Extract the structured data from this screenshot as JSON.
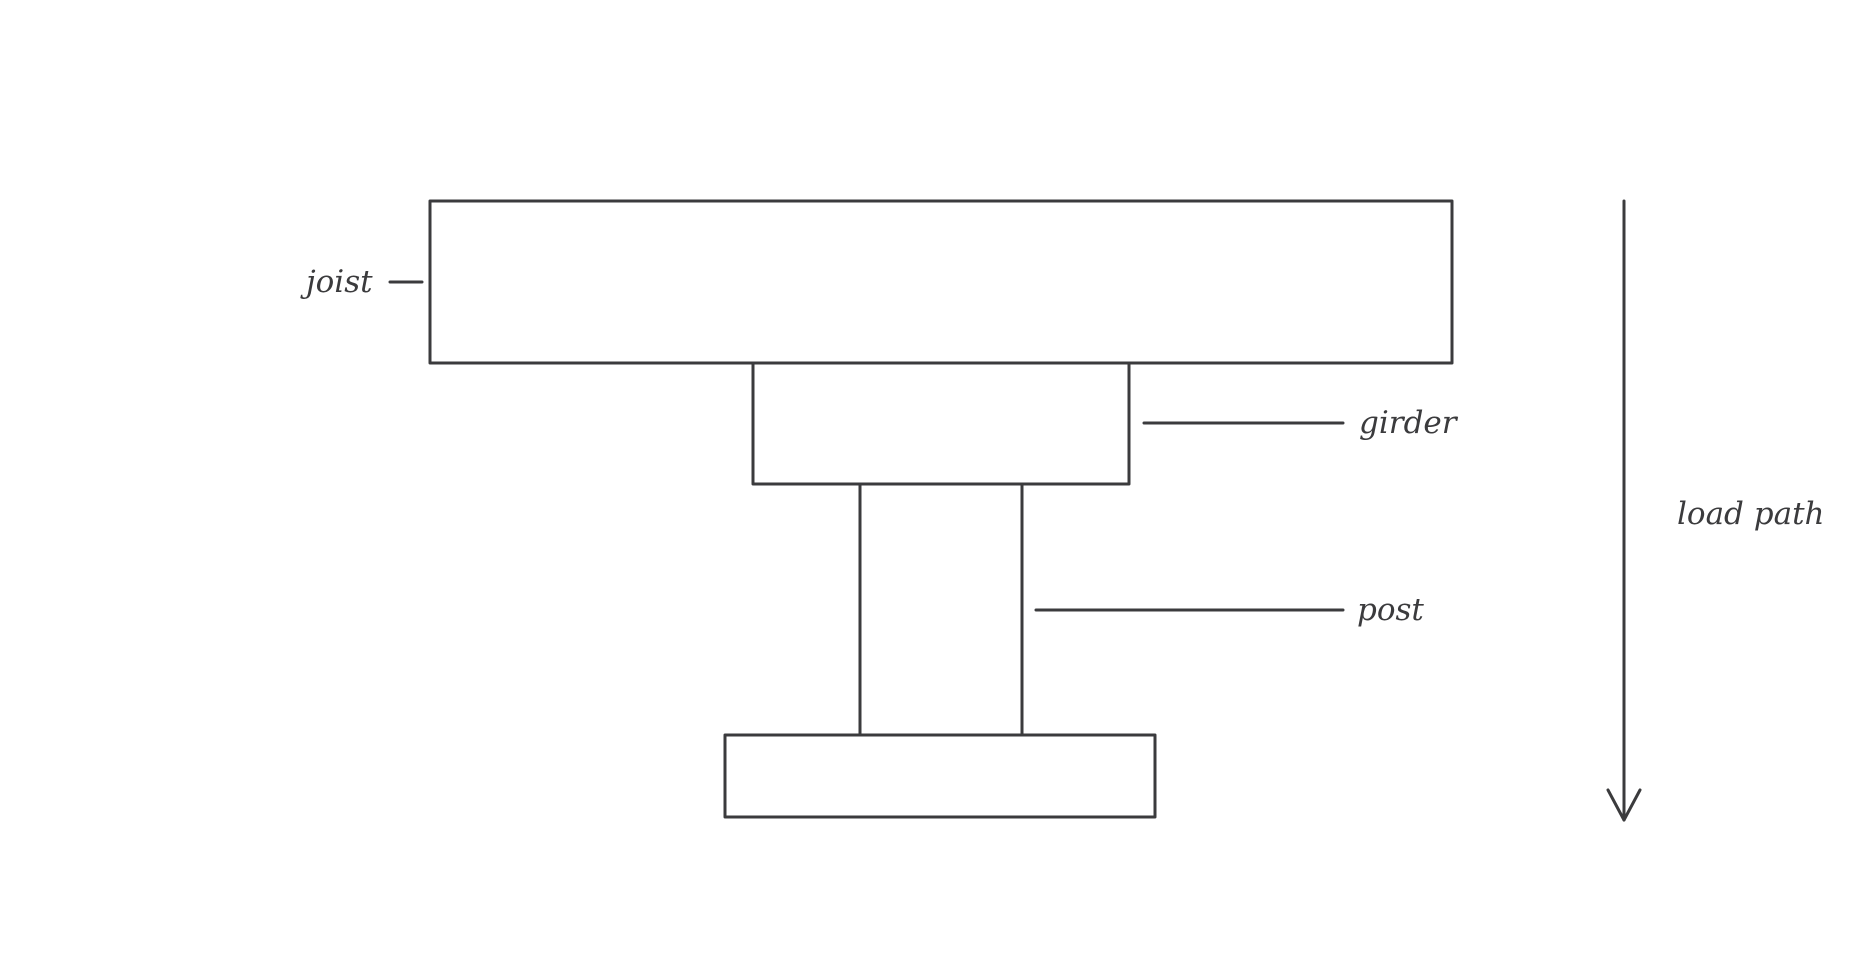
{
  "diagram": {
    "stroke_color": "#3b3b3d",
    "background_color": "#ffffff",
    "labels": {
      "joist": "joist",
      "girder": "girder",
      "post": "post",
      "load_path": "load path"
    },
    "arrow": {
      "direction": "down"
    }
  }
}
